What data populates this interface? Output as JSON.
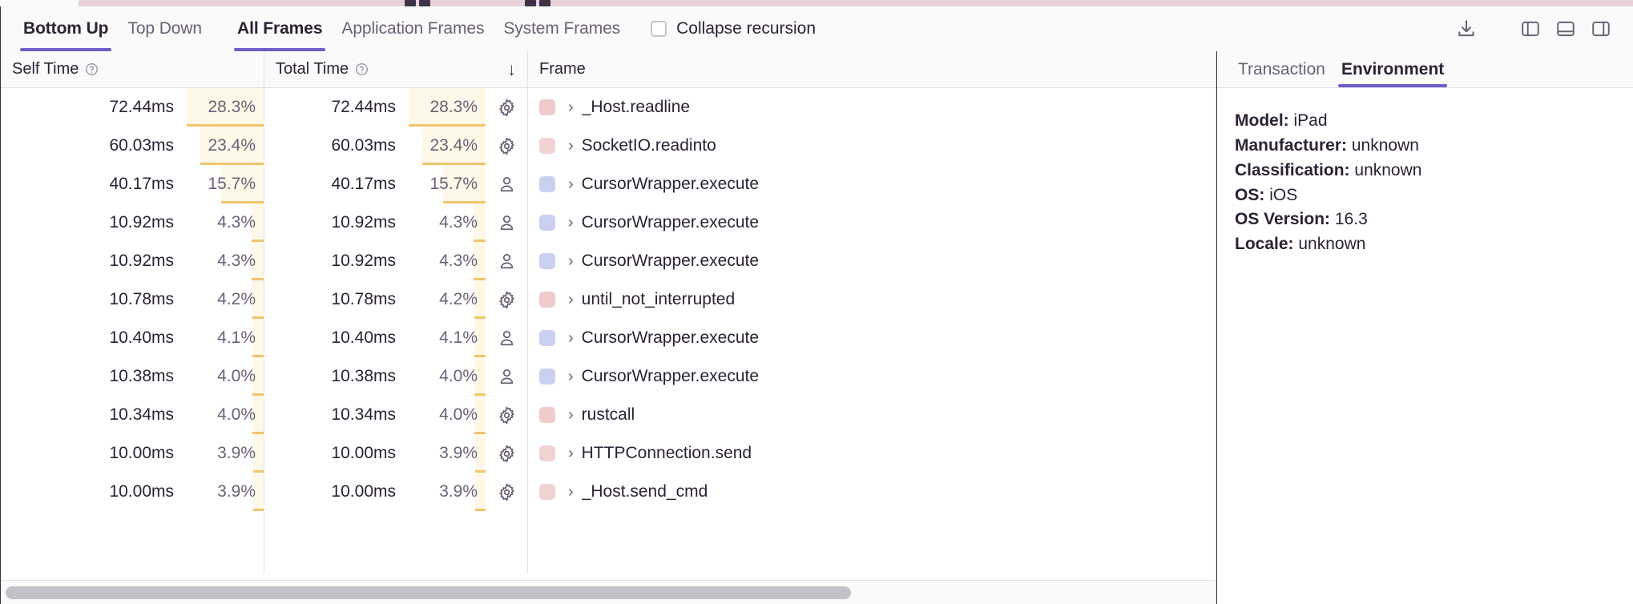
{
  "toolbar": {
    "tabs_order": [
      {
        "label": "Bottom Up",
        "active": true
      },
      {
        "label": "Top Down",
        "active": false
      }
    ],
    "tabs_scope": [
      {
        "label": "All Frames",
        "active": true
      },
      {
        "label": "Application Frames",
        "active": false
      },
      {
        "label": "System Frames",
        "active": false
      }
    ],
    "collapse_recursion_label": "Collapse recursion",
    "collapse_recursion_checked": false,
    "icons": [
      "download-icon",
      "panel-left-icon",
      "panel-bottom-icon",
      "panel-right-icon"
    ]
  },
  "table": {
    "columns": [
      {
        "key": "self_time",
        "label": "Self Time",
        "help": true,
        "sorted": false
      },
      {
        "key": "total_time",
        "label": "Total Time",
        "help": true,
        "sorted": true,
        "sort_direction": "desc",
        "sort_glyph": "↓"
      },
      {
        "key": "frame",
        "label": "Frame",
        "help": false,
        "sorted": false
      }
    ],
    "max_percent": 28.3,
    "rows": [
      {
        "self_time": "72.44ms",
        "self_pct": "28.3%",
        "self_pct_value": 28.3,
        "total_time": "72.44ms",
        "total_pct": "28.3%",
        "total_pct_value": 28.3,
        "icon": "gear-icon",
        "swatch_color": "#f0cbcb",
        "frame": "_Host.readline"
      },
      {
        "self_time": "60.03ms",
        "self_pct": "23.4%",
        "self_pct_value": 23.4,
        "total_time": "60.03ms",
        "total_pct": "23.4%",
        "total_pct_value": 23.4,
        "icon": "gear-icon",
        "swatch_color": "#f2d3d3",
        "frame": "SocketIO.readinto"
      },
      {
        "self_time": "40.17ms",
        "self_pct": "15.7%",
        "self_pct_value": 15.7,
        "total_time": "40.17ms",
        "total_pct": "15.7%",
        "total_pct_value": 15.7,
        "icon": "person-icon",
        "swatch_color": "#ccd0f0",
        "frame": "CursorWrapper.execute"
      },
      {
        "self_time": "10.92ms",
        "self_pct": "4.3%",
        "self_pct_value": 4.3,
        "total_time": "10.92ms",
        "total_pct": "4.3%",
        "total_pct_value": 4.3,
        "icon": "person-icon",
        "swatch_color": "#ccd0f0",
        "frame": "CursorWrapper.execute"
      },
      {
        "self_time": "10.92ms",
        "self_pct": "4.3%",
        "self_pct_value": 4.3,
        "total_time": "10.92ms",
        "total_pct": "4.3%",
        "total_pct_value": 4.3,
        "icon": "person-icon",
        "swatch_color": "#ccd0f0",
        "frame": "CursorWrapper.execute"
      },
      {
        "self_time": "10.78ms",
        "self_pct": "4.2%",
        "self_pct_value": 4.2,
        "total_time": "10.78ms",
        "total_pct": "4.2%",
        "total_pct_value": 4.2,
        "icon": "gear-icon",
        "swatch_color": "#f0cbcb",
        "frame": "until_not_interrupted"
      },
      {
        "self_time": "10.40ms",
        "self_pct": "4.1%",
        "self_pct_value": 4.1,
        "total_time": "10.40ms",
        "total_pct": "4.1%",
        "total_pct_value": 4.1,
        "icon": "person-icon",
        "swatch_color": "#ccd0f0",
        "frame": "CursorWrapper.execute"
      },
      {
        "self_time": "10.38ms",
        "self_pct": "4.0%",
        "self_pct_value": 4.0,
        "total_time": "10.38ms",
        "total_pct": "4.0%",
        "total_pct_value": 4.0,
        "icon": "person-icon",
        "swatch_color": "#ccd0f0",
        "frame": "CursorWrapper.execute"
      },
      {
        "self_time": "10.34ms",
        "self_pct": "4.0%",
        "self_pct_value": 4.0,
        "total_time": "10.34ms",
        "total_pct": "4.0%",
        "total_pct_value": 4.0,
        "icon": "gear-icon",
        "swatch_color": "#f0cbcb",
        "frame": "rustcall"
      },
      {
        "self_time": "10.00ms",
        "self_pct": "3.9%",
        "self_pct_value": 3.9,
        "total_time": "10.00ms",
        "total_pct": "3.9%",
        "total_pct_value": 3.9,
        "icon": "gear-icon",
        "swatch_color": "#f2d3d3",
        "frame": "HTTPConnection.send"
      },
      {
        "self_time": "10.00ms",
        "self_pct": "3.9%",
        "self_pct_value": 3.9,
        "total_time": "10.00ms",
        "total_pct": "3.9%",
        "total_pct_value": 3.9,
        "icon": "gear-icon",
        "swatch_color": "#f2d3d3",
        "frame": "_Host.send_cmd"
      }
    ]
  },
  "sidebar": {
    "tabs": [
      {
        "label": "Transaction",
        "active": false
      },
      {
        "label": "Environment",
        "active": true
      }
    ],
    "environment": [
      {
        "key": "Model:",
        "value": "iPad"
      },
      {
        "key": "Manufacturer:",
        "value": "unknown"
      },
      {
        "key": "Classification:",
        "value": "unknown"
      },
      {
        "key": "OS:",
        "value": "iOS"
      },
      {
        "key": "OS Version:",
        "value": "16.3"
      },
      {
        "key": "Locale:",
        "value": "unknown"
      }
    ]
  },
  "colors": {
    "accent": "#6c5fc7",
    "bar_fill": "#fdf8e8",
    "bar_underline": "#f3c46b",
    "text": "#2b2233",
    "muted": "#6a6175"
  }
}
